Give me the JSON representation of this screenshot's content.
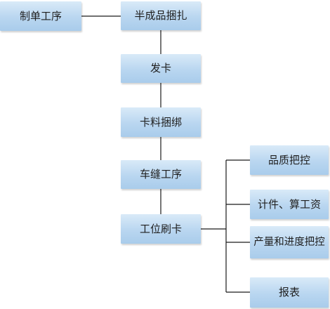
{
  "nodes": {
    "zhidan": "制单工序",
    "banchengpin": "半成品捆扎",
    "faka": "发卡",
    "kaliao": "卡料捆绑",
    "chefeng": "车缝工序",
    "gongwei": "工位刷卡",
    "pinzhi": "品质把控",
    "jijian": "计件、算工资",
    "chanliang": "产量和进度把控",
    "baobiao": "报表"
  },
  "colors": {
    "node_fill_top": "#d9eaf8",
    "node_fill_bottom": "#a9cceb",
    "line": "#1a1a1a"
  }
}
